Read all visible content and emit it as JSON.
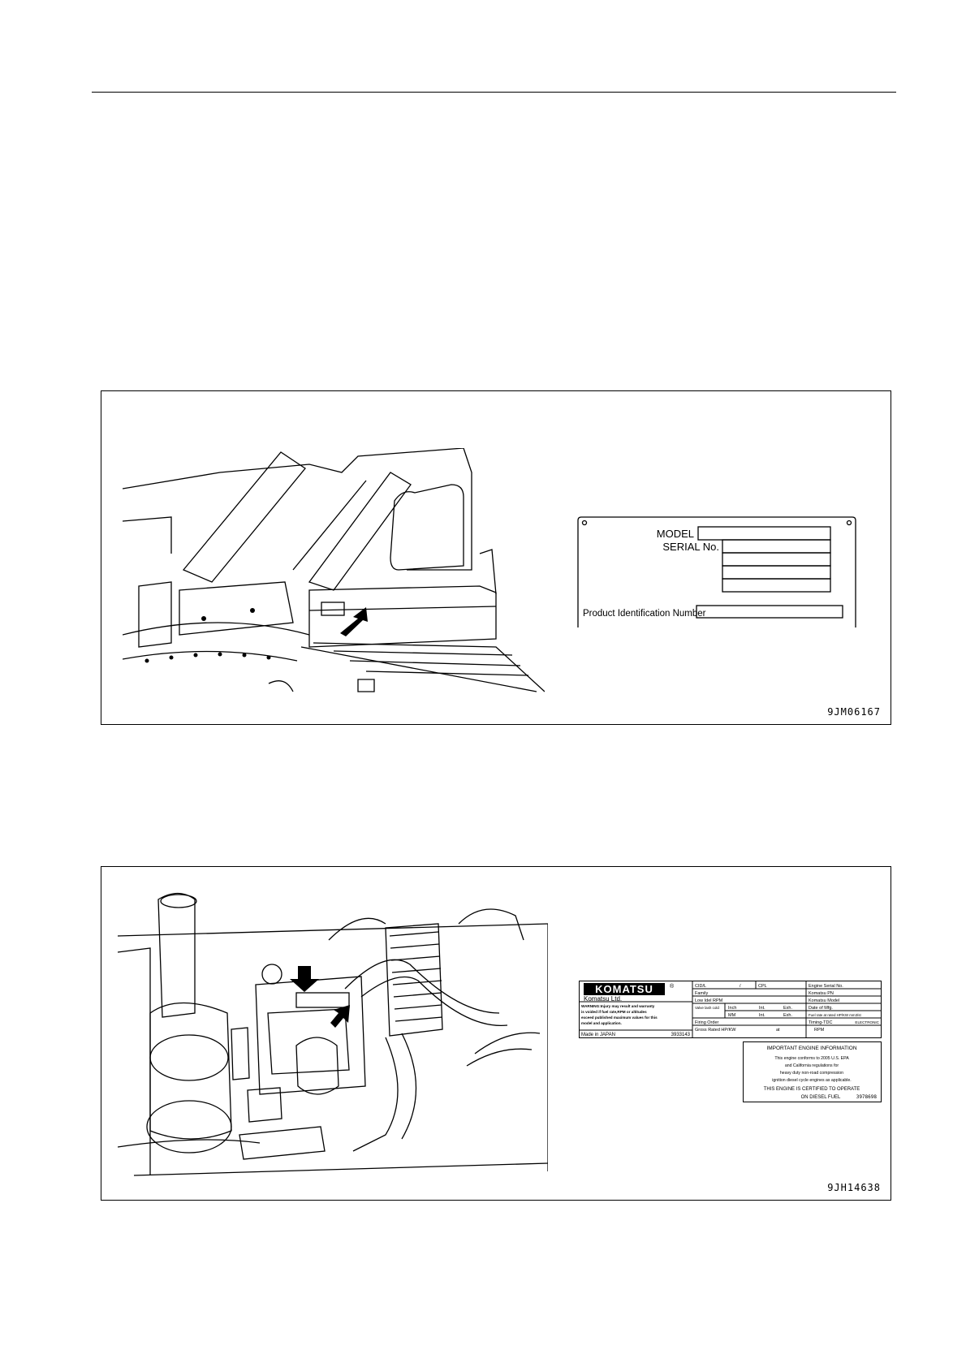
{
  "figure1": {
    "code": "9JM06167",
    "plate": {
      "model_label": "MODEL",
      "serial_label": "SERIAL No.",
      "pin_label": "Product Identification Number"
    }
  },
  "figure2": {
    "code": "9JH14638",
    "engine_plate": {
      "brand": "KOMATSU",
      "maker": "Komatsu Ltd.",
      "warning": [
        "WARNING:Injury may result and warranty",
        "is voided if fuel rate,RPM or altitudes",
        "exceed published maximum values for this",
        "model and application."
      ],
      "made_in": "Made in JAPAN",
      "part_no": "3933143",
      "rows": [
        [
          "CID/L",
          "/",
          "CPL",
          "Engine Serial No."
        ],
        [
          "Family",
          "",
          "",
          "Komatsu PN"
        ],
        [
          "Low Idel RPM",
          "",
          "",
          "Komatsu Model"
        ],
        [
          "Valve lash cold",
          "Inch",
          "Int.",
          "Exh.",
          "Date of Mfg."
        ],
        [
          "",
          "MM",
          "Int.",
          "Exh.",
          "Fuel rate at rated HP/KW mm3/st"
        ],
        [
          "Firing Order",
          "",
          "",
          "Timing-TDC",
          "ELECTRONIC"
        ],
        [
          "Gross Rated HP/KW",
          "at",
          "RPM"
        ]
      ]
    },
    "info_label": {
      "title": "IMPORTANT ENGINE INFORMATION",
      "lines": [
        "This engine conforms to 2005 U.S. EPA",
        "and California regulations for",
        "heavy duty non-road compression",
        "ignition diesel cycle engines as applicable."
      ],
      "cert1": "THIS ENGINE IS CERTIFIED TO OPERATE",
      "cert2": "ON DIESEL FUEL",
      "code": "3978698"
    }
  }
}
